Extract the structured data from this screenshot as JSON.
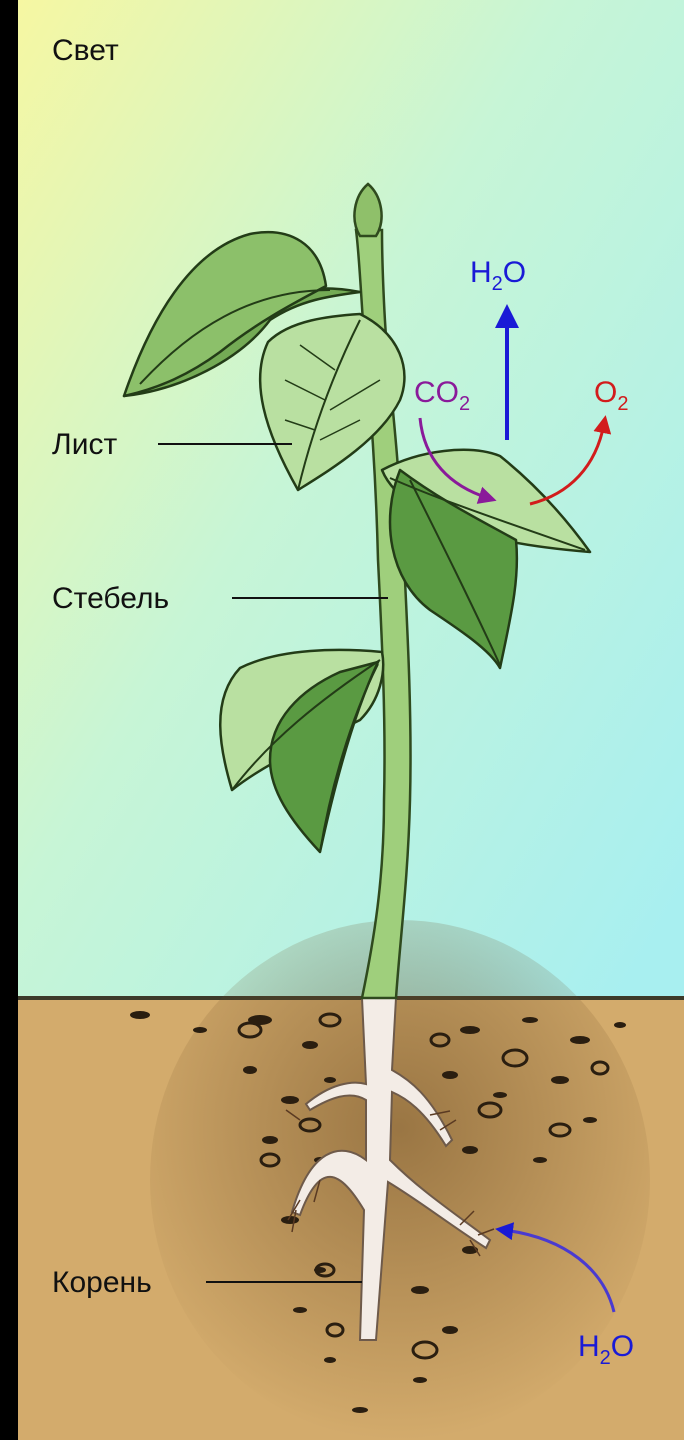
{
  "labels": {
    "light": "Свет",
    "leaf": "Лист",
    "stem": "Стебель",
    "root": "Корень"
  },
  "gases": {
    "water_top": {
      "base": "H",
      "sub": "2",
      "tail": "O"
    },
    "carbon_dioxide": {
      "base": "CO",
      "sub": "2"
    },
    "oxygen": {
      "base": "O",
      "sub": "2"
    },
    "water_bottom": {
      "base": "H",
      "sub": "2",
      "tail": "O"
    }
  },
  "colors": {
    "sky_top": "#f4f7a6",
    "sky_bottom": "#aef1ef",
    "soil": "#d2aa6b",
    "leaf": "#7fb25e",
    "leaf_dark": "#4f8a39",
    "stem": "#9fcf7c",
    "root": "#f3ece6",
    "water_arrow": "#1a1ad6",
    "co2_arrow": "#8a1a9a",
    "o2_arrow": "#d21c1c"
  }
}
